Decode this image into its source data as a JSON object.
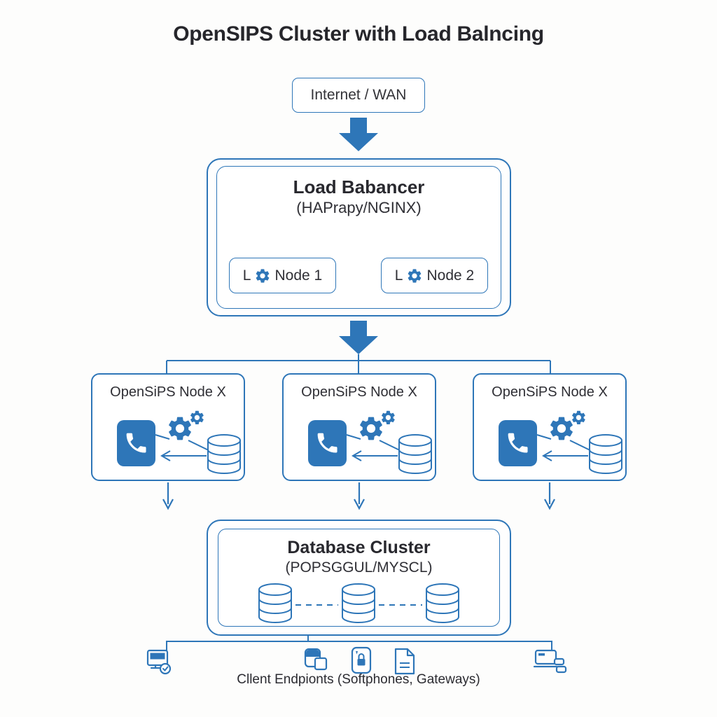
{
  "title": "OpenSIPS Cluster with Load Balncing",
  "colors": {
    "accent_blue": "#2e76b8",
    "text_dark": "#28282e",
    "background": "#fdfdfc",
    "box_background": "#ffffff"
  },
  "internet_box": {
    "label": "Internet / WAN"
  },
  "load_balancer": {
    "title": "Load Babancer",
    "subtitle": "(HAPrapy/NGINX)",
    "nodes": [
      {
        "prefix": "L",
        "icon": "gear-icon",
        "label": "Node 1"
      },
      {
        "prefix": "L",
        "icon": "gear-icon",
        "label": "Node 2"
      }
    ]
  },
  "opensips_nodes": [
    {
      "title": "OpenSiPS Node X",
      "icons": [
        "phone-icon",
        "gears-icon",
        "database-icon"
      ]
    },
    {
      "title": "OpenSiPS Node X",
      "icons": [
        "phone-icon",
        "gears-icon",
        "database-icon"
      ]
    },
    {
      "title": "OpenSiPS Node X",
      "icons": [
        "phone-icon",
        "gears-icon",
        "database-icon"
      ]
    }
  ],
  "database_cluster": {
    "title": "Database Cluster",
    "subtitle": "(POPSGGUL/MYSCL)",
    "database_icon_count": 3
  },
  "clients": {
    "caption": "Cllent Endpionts (Softphones, Gateways)",
    "icons": [
      "desktop-check-icon",
      "copy-pages-icon",
      "phone-lock-icon",
      "document-icon",
      "laptop-devices-icon"
    ]
  }
}
